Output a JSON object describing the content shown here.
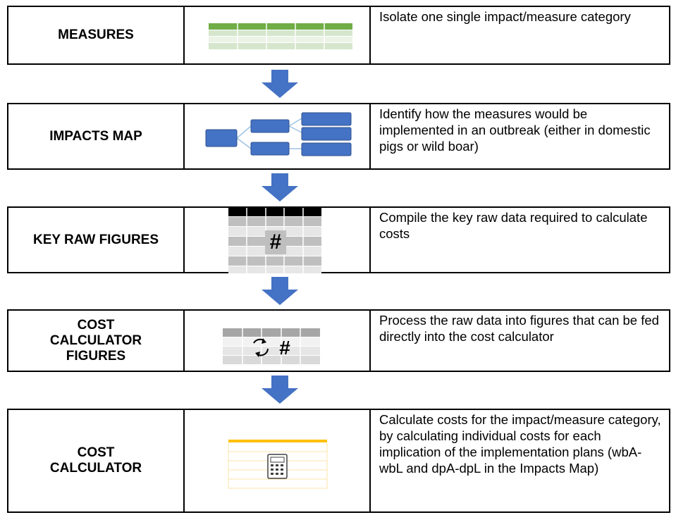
{
  "steps": [
    {
      "label": "MEASURES",
      "description": "Isolate one single impact/measure category",
      "icon": "table-icon"
    },
    {
      "label": "IMPACTS MAP",
      "description": "Identify how the measures would be implemented in an outbreak (either in domestic pigs or wild boar)",
      "icon": "tree-map-icon"
    },
    {
      "label": "KEY RAW FIGURES",
      "description": "Compile the key raw data required to calculate costs",
      "icon": "hash-table-icon",
      "icon_text": "#"
    },
    {
      "label": "COST CALCULATOR FIGURES",
      "description": "Process the raw data into figures that can be fed directly into the cost calculator",
      "icon": "process-table-icon",
      "icon_text": "#"
    },
    {
      "label": "COST CALCULATOR",
      "description": "Calculate costs for the impact/measure category, by calculating individual costs for each implication of the implementation plans (wbA-wbL and dpA-dpL in the Impacts Map)",
      "icon": "calculator-icon"
    }
  ],
  "colors": {
    "arrow": "#4472c4",
    "green": "#70ad47",
    "box_blue": "#4472c4",
    "yellow": "#ffc000"
  }
}
